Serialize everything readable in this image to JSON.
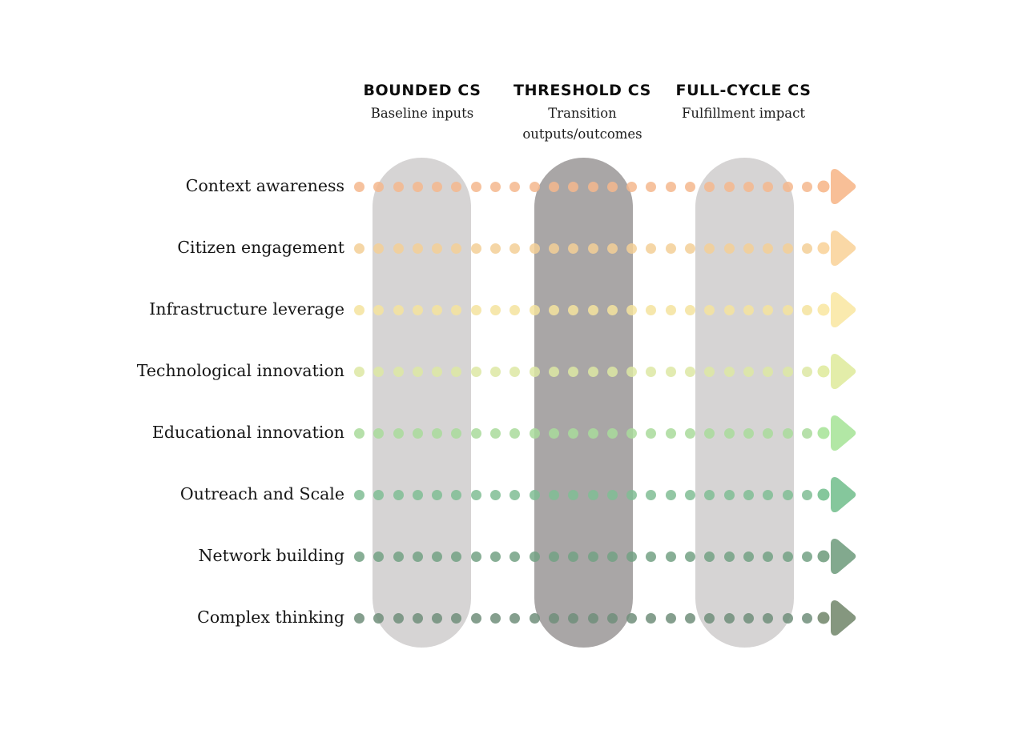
{
  "diagram": {
    "background": "#ffffff",
    "text_color": "#141414",
    "arrow_icon": "arrow-right",
    "dots_per_row": 24,
    "columns": [
      {
        "title": "BOUNDED CS",
        "subtitle": "Baseline inputs",
        "pill_color": "#d6d4d4"
      },
      {
        "title": "THRESHOLD CS",
        "subtitle": "Transition outputs/outcomes",
        "pill_color": "#a9a6a6"
      },
      {
        "title": "FULL-CYCLE CS",
        "subtitle": "Fulfillment impact",
        "pill_color": "#d6d4d4"
      }
    ],
    "rows": [
      {
        "label": "Context awareness",
        "dot_color": "#f5b78d",
        "arrow_color": "#f8bf97"
      },
      {
        "label": "Citizen engagement",
        "dot_color": "#f3cf97",
        "arrow_color": "#fad8a6"
      },
      {
        "label": "Infrastructure leverage",
        "dot_color": "#f5e39d",
        "arrow_color": "#faeaae"
      },
      {
        "label": "Technological innovation",
        "dot_color": "#dde8a3",
        "arrow_color": "#e3eda9"
      },
      {
        "label": "Educational innovation",
        "dot_color": "#a9db9b",
        "arrow_color": "#b2e7a5"
      },
      {
        "label": "Outreach and Scale",
        "dot_color": "#80bd94",
        "arrow_color": "#85c79c"
      },
      {
        "label": "Network building",
        "dot_color": "#73a184",
        "arrow_color": "#82a98e"
      },
      {
        "label": "Complex thinking",
        "dot_color": "#708e7a",
        "arrow_color": "#85977f"
      }
    ]
  }
}
